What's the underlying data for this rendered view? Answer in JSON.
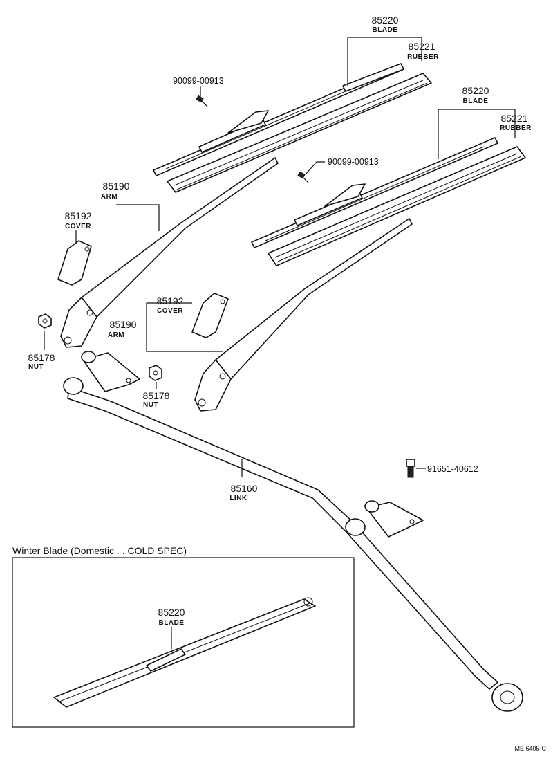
{
  "callouts": {
    "blade_top": {
      "number": "85220",
      "name": "BLADE"
    },
    "rubber_top": {
      "number": "85221",
      "name": "RUBBER"
    },
    "screw_top": {
      "number": "90099-00913"
    },
    "blade_right": {
      "number": "85220",
      "name": "BLADE"
    },
    "rubber_right": {
      "number": "85221",
      "name": "RUBBER"
    },
    "screw_mid": {
      "number": "90099-00913"
    },
    "arm_left": {
      "number": "85190",
      "name": "ARM"
    },
    "cover_left": {
      "number": "85192",
      "name": "COVER"
    },
    "cover_mid": {
      "number": "85192",
      "name": "COVER"
    },
    "arm_mid": {
      "number": "85190",
      "name": "ARM"
    },
    "nut_left": {
      "number": "85178",
      "name": "NUT"
    },
    "nut_mid": {
      "number": "85178",
      "name": "NUT"
    },
    "bolt": {
      "number": "91651-40612"
    },
    "link": {
      "number": "85160",
      "name": "LINK"
    },
    "winter_blade": {
      "number": "85220",
      "name": "BLADE"
    }
  },
  "inset": {
    "title": "Winter Blade (Domestic . . COLD  SPEC)"
  },
  "footer": {
    "code": "ME  6405-C"
  }
}
